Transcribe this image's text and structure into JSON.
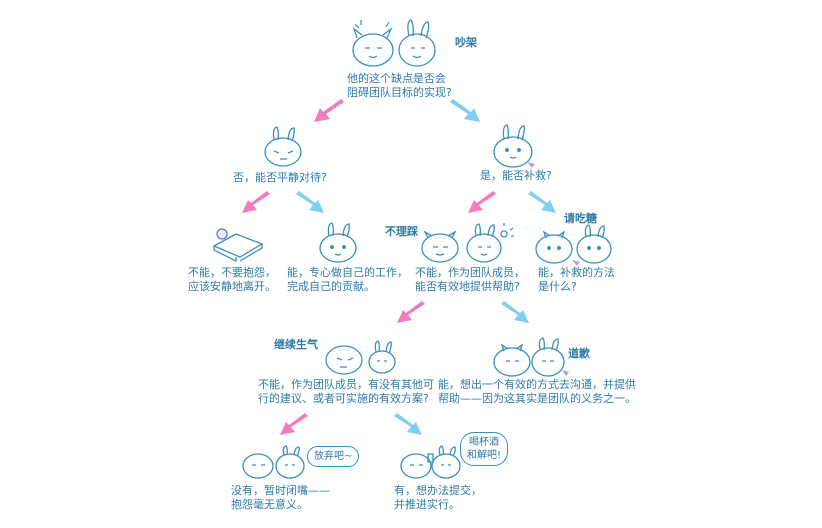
{
  "colors": {
    "pink_arrow": "#f47bbf",
    "blue_arrow": "#7fd0f0",
    "ink": "#3a8fbf",
    "text": "#2e7aa5",
    "accent_purple": "#c29ae0"
  },
  "root": {
    "label": "吵架",
    "text": "他的这个缺点是否会\n阻碍团队目标的实现?"
  },
  "l1_left": {
    "text": "否，能否平静对待?"
  },
  "l1_right": {
    "text": "是，能否补救?"
  },
  "l2_a": {
    "text": "不能，不要抱怨，\n应该安静地离开。"
  },
  "l2_b": {
    "text": "能，专心做自己的工作，\n完成自己的贡献。"
  },
  "l2_c": {
    "label": "不理踩",
    "text": "不能，作为团队成员，\n能否有效地提供帮助?"
  },
  "l2_d": {
    "label": "请吃糖",
    "text": "能，补救的方法\n是什么?"
  },
  "l3_left": {
    "label": "继续生气",
    "text": "不能，作为团队成员，有没有其他可\n行的建议、或者可实施的有效方案?"
  },
  "l3_right": {
    "label": "道歉",
    "text": "能，想出一个有效的方式去沟通，并提供\n帮助——因为这其实是团队的义务之一。"
  },
  "l4_left": {
    "bubble": "放弃吧~",
    "text": "没有，暂时闭嘴——\n抱怨毫无意义。"
  },
  "l4_right": {
    "bubble": "喝杯酒\n和解吧!",
    "text": "有，想办法提交，\n并推进实行。"
  }
}
